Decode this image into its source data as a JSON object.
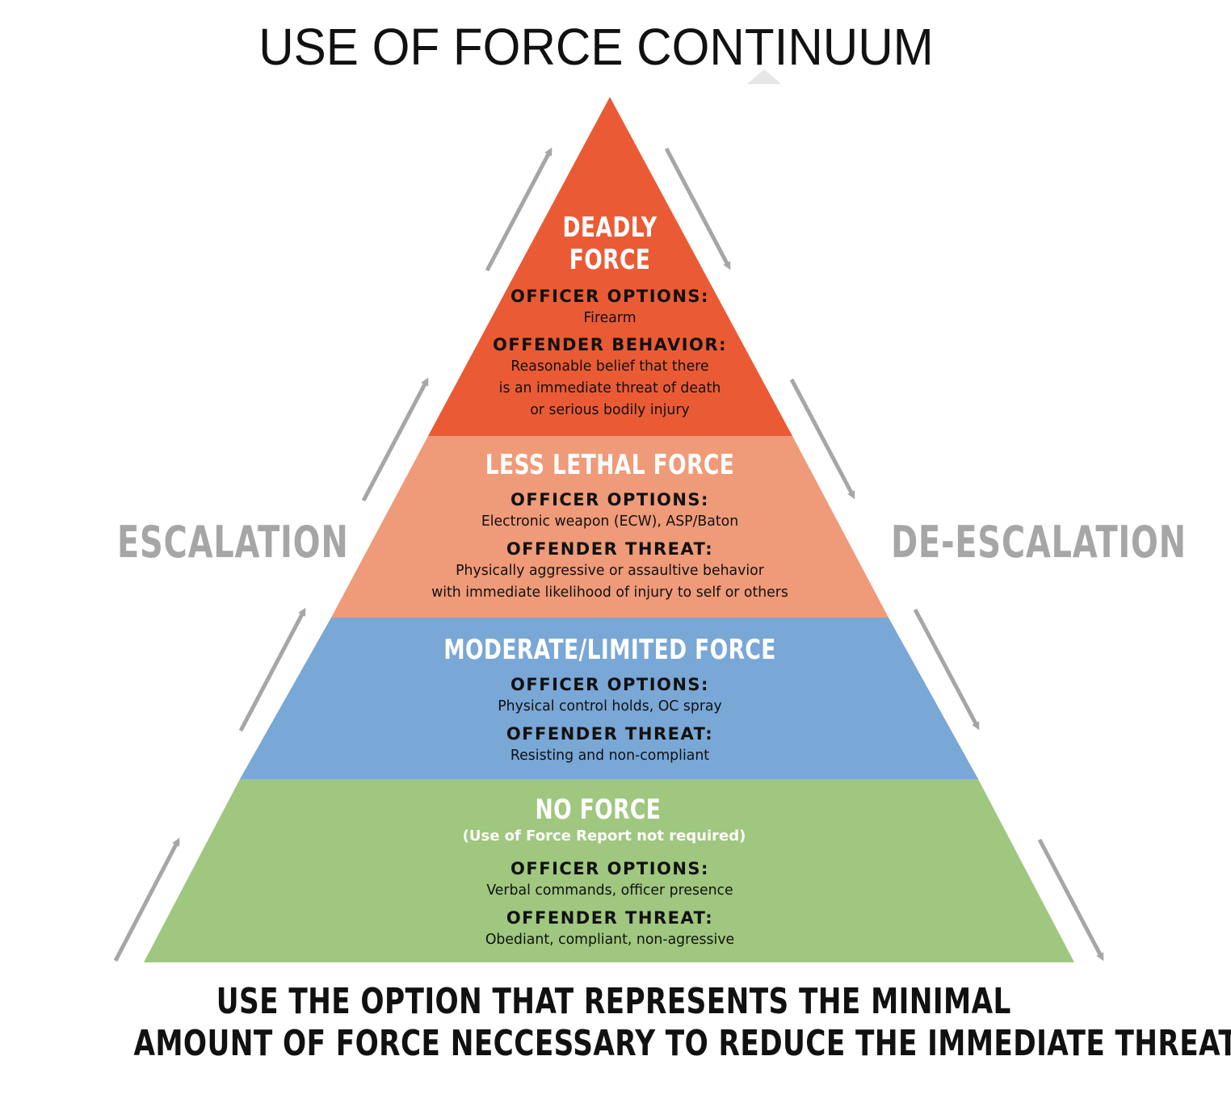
{
  "title": "USE OF FORCE CONTINUUM",
  "side_labels": {
    "left": "ESCALATION",
    "right": "DE-ESCALATION"
  },
  "colors": {
    "deadly": "#ea5b35",
    "less_lethal": "#ef9a78",
    "moderate": "#79a7d6",
    "no_force": "#9fc77f",
    "arrow": "#a6a6a6",
    "side_label": "#a6a6a6"
  },
  "tiers": [
    {
      "title_line1": "DEADLY",
      "title_line2": "FORCE",
      "officer_heading": "OFFICER OPTIONS:",
      "officer_text": "Firearm",
      "offender_heading": "OFFENDER BEHAVIOR:",
      "offender_lines": [
        "Reasonable belief that there",
        "is an immediate threat of death",
        "or serious bodily injury"
      ]
    },
    {
      "title": "LESS LETHAL FORCE",
      "officer_heading": "OFFICER OPTIONS:",
      "officer_text": "Electronic weapon (ECW), ASP/Baton",
      "offender_heading": "OFFENDER THREAT:",
      "offender_lines": [
        "Physically aggressive or assaultive behavior",
        "with immediate likelihood of injury to self or others"
      ]
    },
    {
      "title": "MODERATE/LIMITED FORCE",
      "officer_heading": "OFFICER OPTIONS:",
      "officer_text": "Physical control holds, OC spray",
      "offender_heading": "OFFENDER THREAT:",
      "offender_lines": [
        "Resisting and non-compliant"
      ]
    },
    {
      "title": "NO FORCE",
      "note": "(Use of Force Report not required)",
      "officer_heading": "OFFICER OPTIONS:",
      "officer_text": "Verbal commands, officer presence",
      "offender_heading": "OFFENDER THREAT:",
      "offender_lines": [
        "Obediant, compliant, non-agressive"
      ]
    }
  ],
  "footer": {
    "line1": "USE THE OPTION THAT REPRESENTS THE MINIMAL",
    "line2": "AMOUNT OF FORCE NECCESSARY TO REDUCE THE IMMEDIATE THREAT"
  }
}
